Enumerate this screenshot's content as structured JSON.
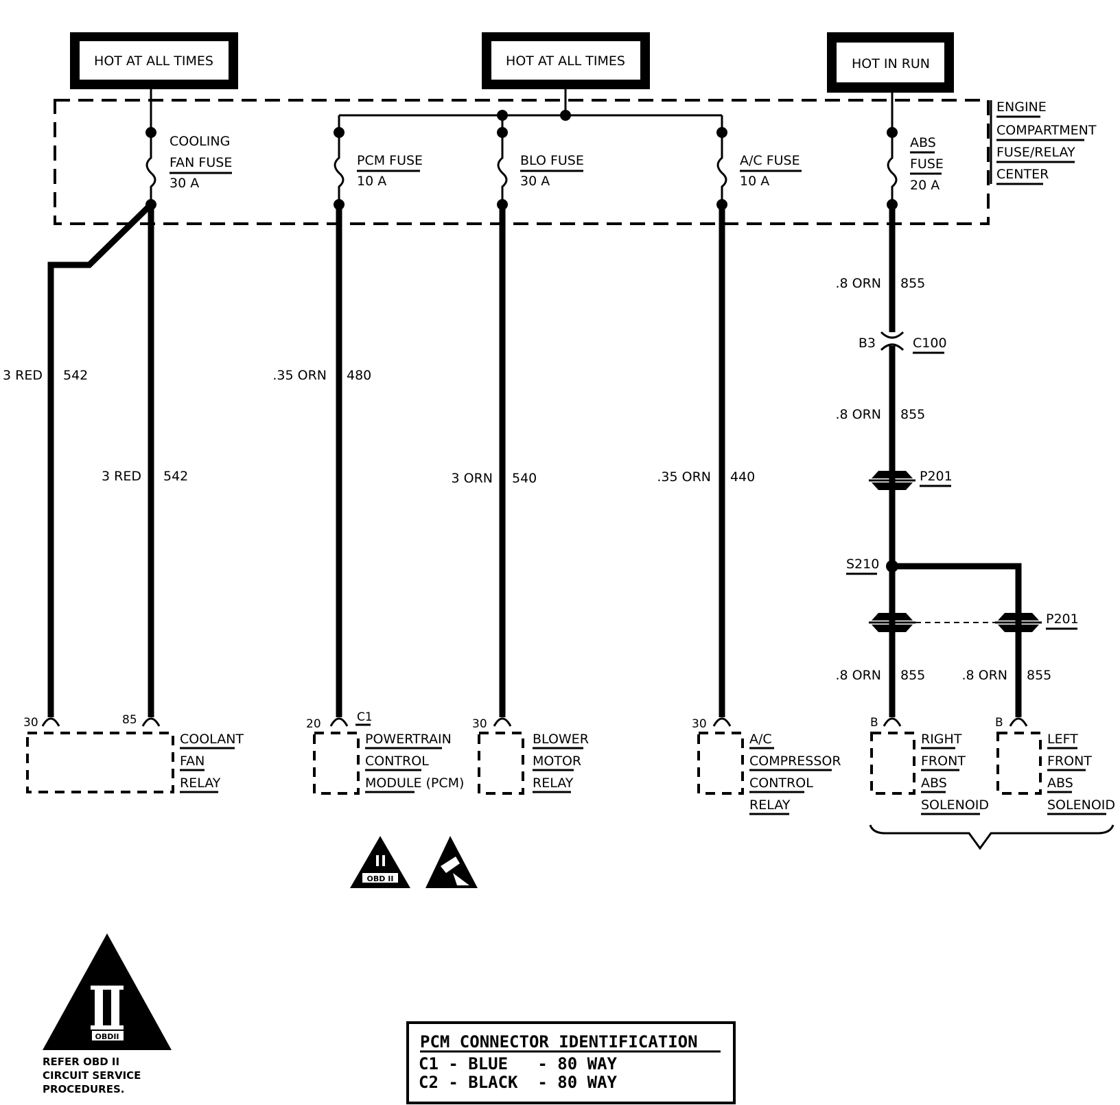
{
  "power_sources": {
    "left": "HOT AT ALL TIMES",
    "middle": "HOT AT ALL TIMES",
    "right": "HOT IN RUN"
  },
  "fuse_center_label": [
    "ENGINE",
    "COMPARTMENT",
    "FUSE/RELAY",
    "CENTER"
  ],
  "fuses": {
    "cooling": [
      "COOLING",
      "FAN FUSE",
      "30 A"
    ],
    "pcm": [
      "PCM FUSE",
      "10 A"
    ],
    "blo": [
      "BLO FUSE",
      "30 A"
    ],
    "ac": [
      "A/C FUSE",
      "10 A"
    ],
    "abs": [
      "ABS",
      "FUSE",
      "20 A"
    ]
  },
  "wires": {
    "w1": {
      "color": "3 RED",
      "circuit": "542"
    },
    "w2": {
      "color": "3 RED",
      "circuit": "542"
    },
    "w3": {
      "color": ".35 ORN",
      "circuit": "480"
    },
    "w4": {
      "color": "3 ORN",
      "circuit": "540"
    },
    "w5": {
      "color": ".35 ORN",
      "circuit": "440"
    },
    "abs_upper": {
      "color": ".8 ORN",
      "circuit": "855"
    },
    "abs_mid": {
      "color": ".8 ORN",
      "circuit": "855"
    },
    "abs_right": {
      "color": ".8 ORN",
      "circuit": "855"
    },
    "abs_left": {
      "color": ".8 ORN",
      "circuit": "855"
    }
  },
  "connectors": {
    "c100_pin": "B3",
    "c100": "C100",
    "p201_upper": "P201",
    "s210": "S210",
    "p201_lower": "P201"
  },
  "pins": {
    "relay_30": "30",
    "relay_85": "85",
    "pcm_20": "20",
    "pcm_c1": "C1",
    "blower_30": "30",
    "ac_30": "30",
    "rf_b": "B",
    "lf_b": "B"
  },
  "components": {
    "coolant_fan_relay": [
      "COOLANT",
      "FAN",
      "RELAY"
    ],
    "pcm": [
      "POWERTRAIN",
      "CONTROL",
      "MODULE (PCM)"
    ],
    "blower_relay": [
      "BLOWER",
      "MOTOR",
      "RELAY"
    ],
    "ac_relay": [
      "A/C",
      "COMPRESSOR",
      "CONTROL",
      "RELAY"
    ],
    "rf_abs": [
      "RIGHT",
      "FRONT",
      "ABS",
      "SOLENOID"
    ],
    "lf_abs": [
      "LEFT",
      "FRONT",
      "ABS",
      "SOLENOID"
    ]
  },
  "icons": {
    "obd_small": "OBD II",
    "obd_large_numeral": "II",
    "obd_large_badge": "OBDII"
  },
  "refer_note": [
    "REFER OBD II",
    "CIRCUIT SERVICE",
    "PROCEDURES."
  ],
  "pcm_connector_id": {
    "title": "PCM CONNECTOR IDENTIFICATION",
    "rows": [
      "C1 - BLUE   - 80 WAY",
      "C2 - BLACK  - 80 WAY"
    ]
  }
}
